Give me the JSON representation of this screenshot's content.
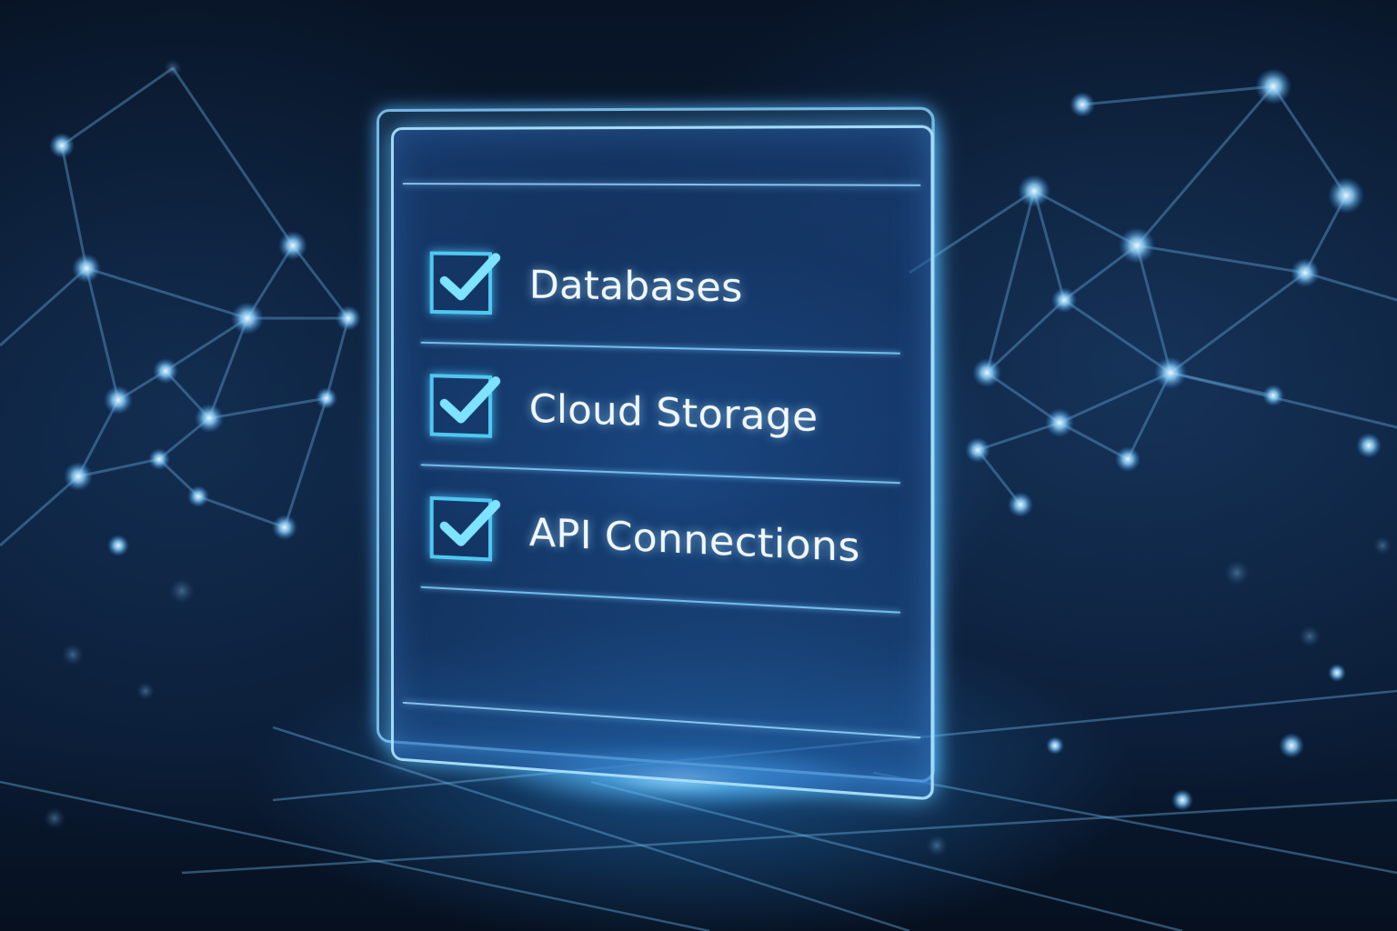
{
  "scene": {
    "description": "Holographic checklist panel floating over a glowing network background",
    "colors": {
      "background_dark": "#06101f",
      "glow_blue": "#4fc8f0",
      "panel_border": "#aae1ff",
      "text": "#f2f8ff"
    }
  },
  "checklist": {
    "items": [
      {
        "label": "Databases",
        "checked": true,
        "icon": "checkmark-icon"
      },
      {
        "label": "Cloud Storage",
        "checked": true,
        "icon": "checkmark-icon"
      },
      {
        "label": "API Connections",
        "checked": true,
        "icon": "checkmark-icon"
      }
    ]
  }
}
